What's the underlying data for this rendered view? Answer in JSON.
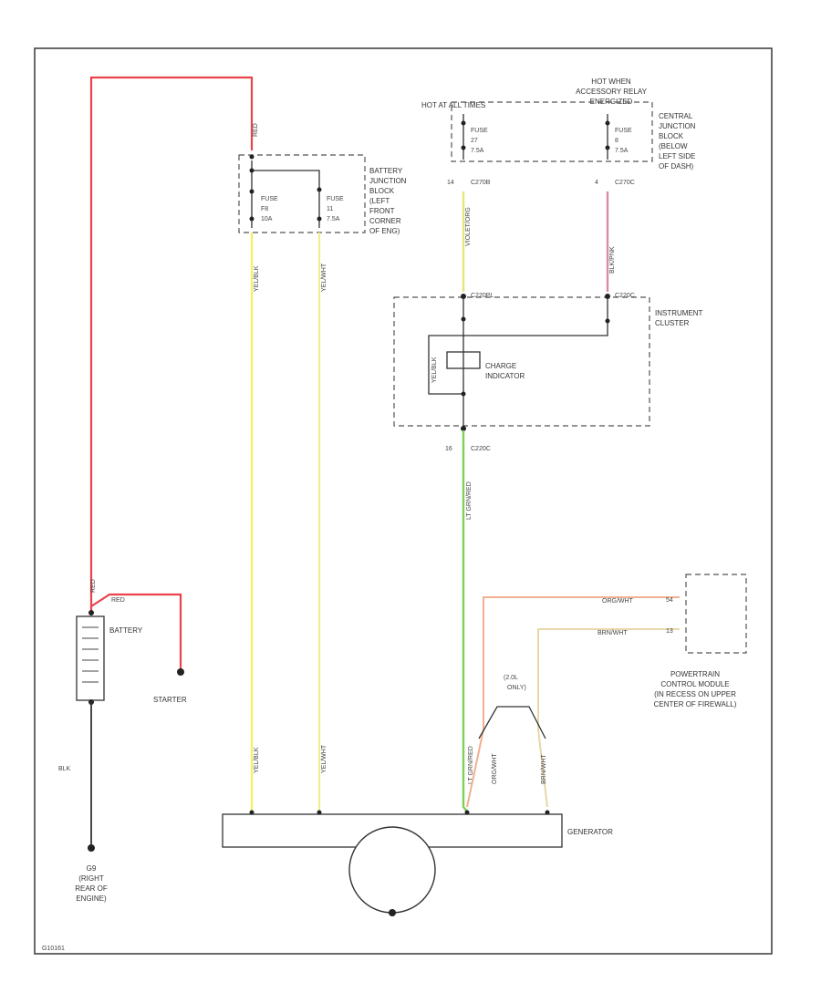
{
  "colors": {
    "red": "#e8434a",
    "yellow_blk": "#f4f060",
    "yellow_wht": "#eef090",
    "green": "#7ad05a",
    "pink": "#d88aa8",
    "orange": "#f2b090",
    "brown": "#e8d8a8",
    "black": "#333333"
  },
  "labels": {
    "hot_at_all_times": "HOT AT ALL TIMES",
    "hot_when": "HOT WHEN",
    "accessory_relay": "ACCESSORY RELAY",
    "energized": "ENERGIZED",
    "central_junction": [
      "CENTRAL",
      "JUNCTION",
      "BLOCK",
      "(BELOW",
      "LEFT SIDE",
      "OF DASH)"
    ],
    "battery_junction": [
      "BATTERY",
      "JUNCTION",
      "BLOCK",
      "(LEFT",
      "FRONT",
      "CORNER",
      "OF ENG)"
    ],
    "instrument_cluster": [
      "INSTRUMENT",
      "CLUSTER"
    ],
    "charge_indicator": [
      "CHARGE",
      "INDICATOR"
    ],
    "battery": "BATTERY",
    "starter": "STARTER",
    "ground": [
      "G9",
      "(RIGHT",
      "REAR OF",
      "ENGINE)"
    ],
    "generator": "GENERATOR",
    "pcm": [
      "POWERTRAIN",
      "CONTROL MODULE",
      "(IN RECESS ON UPPER",
      "CENTER OF FIREWALL)"
    ],
    "engine_note": [
      "(2.0L",
      "ONLY)"
    ],
    "footer_code": "G10161"
  },
  "fuses": {
    "f1": [
      "FUSE",
      "27",
      "7.5A"
    ],
    "f2": [
      "FUSE",
      "8",
      "7.5A"
    ],
    "f3": [
      "FUSE",
      "F8",
      "10A"
    ],
    "f4": [
      "FUSE",
      "11",
      "7.5A"
    ]
  },
  "connectors": {
    "c_left_top": "C270B",
    "c_right_top": "C270C",
    "c_pin_left": "14",
    "c_pin_right": "4",
    "cl_left": "C220PL",
    "cl_right": "C220C",
    "c_bottom": "C220C",
    "c_bottom_pin": "16",
    "pcm_pin1": "54",
    "pcm_pin2": "13"
  },
  "wires": {
    "red_top": "RED",
    "red_batt": "RED",
    "red_batt2": "RED",
    "yel_blk_top": "YEL/BLK",
    "yel_blk_bottom": "YEL/BLK",
    "yel_wht_top": "YEL/WHT",
    "yel_wht_bottom": "YEL/WHT",
    "violet_org": "VIOLET/ORG",
    "blk_pnk": "BLK/PNK",
    "lt_grn_red": "LT GRN/RED",
    "lt_grn_red_bottom": "LT GRN/RED",
    "org_wht": "ORG/WHT",
    "org_wht_bottom": "ORG/WHT",
    "brn_wht": "BRN/WHT",
    "brn_wht_bottom": "BRN/WHT",
    "blk": "BLK",
    "cluster_internal": "YEL/BLK"
  }
}
